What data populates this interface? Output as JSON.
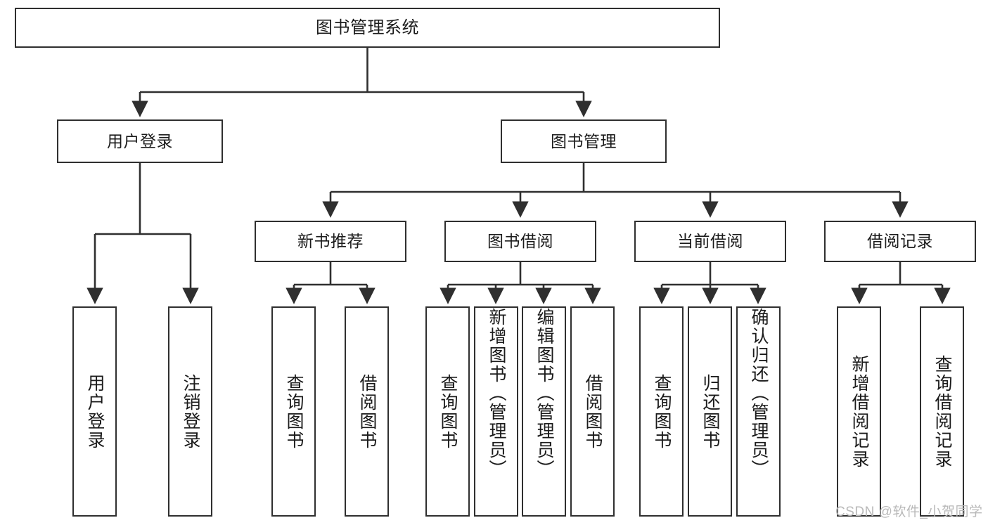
{
  "diagram": {
    "title": "图书管理系统",
    "type": "tree-hierarchy-chart",
    "root": {
      "label": "图书管理系统"
    },
    "level2": [
      {
        "label": "用户登录"
      },
      {
        "label": "图书管理"
      }
    ],
    "level3": [
      {
        "label": "新书推荐"
      },
      {
        "label": "图书借阅"
      },
      {
        "label": "当前借阅"
      },
      {
        "label": "借阅记录"
      }
    ],
    "leaves": {
      "user_login": [
        {
          "label": "用户登录"
        },
        {
          "label": "注销登录"
        }
      ],
      "new_book_recommend": [
        {
          "label": "查询图书"
        },
        {
          "label": "借阅图书"
        }
      ],
      "book_borrow": [
        {
          "label": "查询图书"
        },
        {
          "label": "新增图书（管理员）"
        },
        {
          "label": "编辑图书（管理员）"
        },
        {
          "label": "借阅图书"
        }
      ],
      "current_borrow": [
        {
          "label": "查询图书"
        },
        {
          "label": "归还图书"
        },
        {
          "label": "确认归还（管理员）"
        }
      ],
      "borrow_record": [
        {
          "label": "新增借阅记录"
        },
        {
          "label": "查询借阅记录"
        }
      ]
    }
  },
  "watermark": {
    "text": "CSDN @软件_小贺同学"
  },
  "colors": {
    "border": "#2f2f2f",
    "background": "#ffffff",
    "text": "#1b1b1b",
    "watermark": "#b9b9b9"
  }
}
